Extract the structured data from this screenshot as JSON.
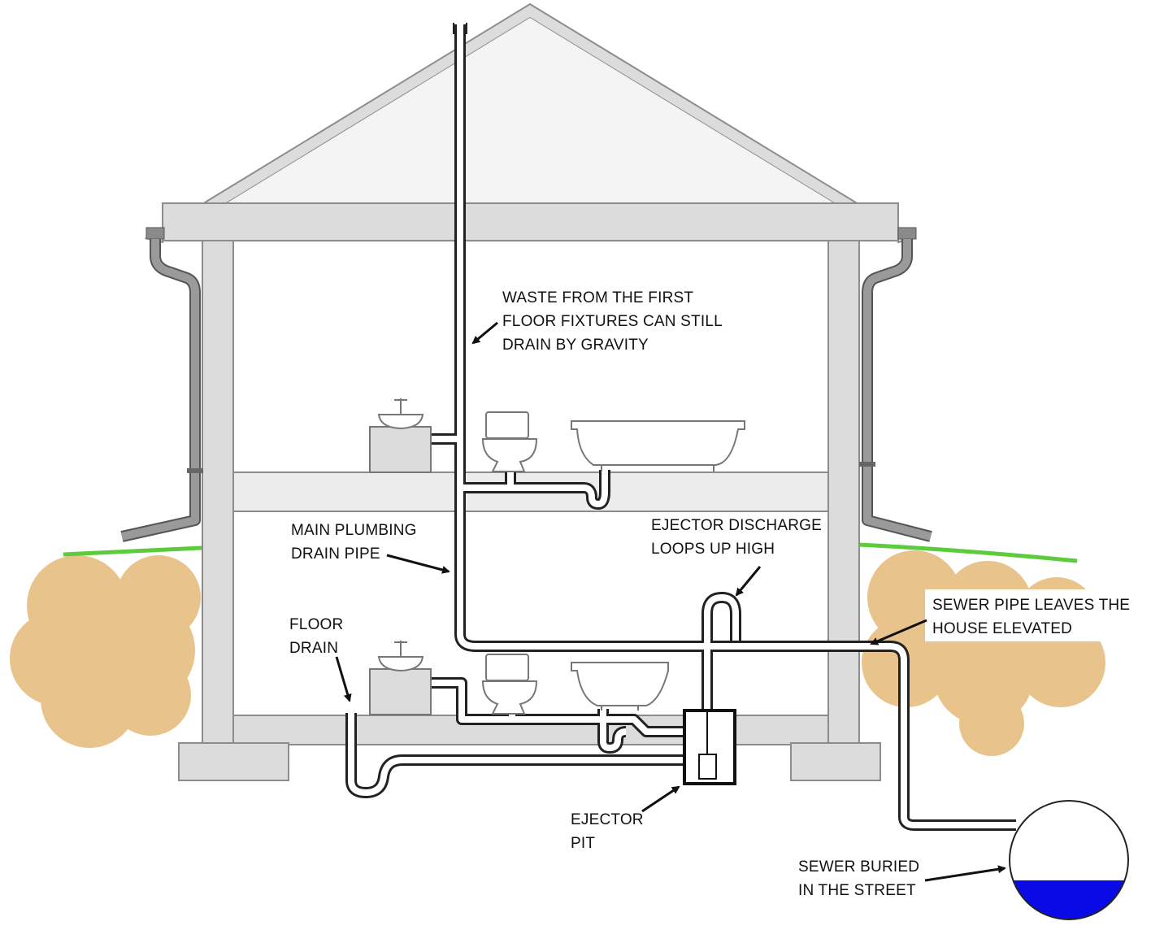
{
  "labels": {
    "waste_first_floor": [
      "WASTE FROM THE FIRST",
      "FLOOR FIXTURES CAN STILL",
      "DRAIN BY GRAVITY"
    ],
    "main_drain": [
      "MAIN PLUMBING",
      "DRAIN PIPE"
    ],
    "ejector_discharge": [
      "EJECTOR DISCHARGE",
      "LOOPS UP HIGH"
    ],
    "sewer_pipe_leaves": [
      "SEWER PIPE LEAVES THE",
      "HOUSE ELEVATED"
    ],
    "floor_drain": [
      "FLOOR",
      "DRAIN"
    ],
    "ejector_pit": [
      "EJECTOR",
      "PIT"
    ],
    "sewer_street": [
      "SEWER BURIED",
      "IN THE STREET"
    ]
  },
  "colors": {
    "structure_fill": "#dcdcdc",
    "structure_stroke": "#8c8c8c",
    "pipe_stroke": "#222222",
    "soil": "#e8c48c",
    "grass": "#5ccb3c",
    "water": "#0a0ae6",
    "gutter": "#8a8a8a"
  }
}
